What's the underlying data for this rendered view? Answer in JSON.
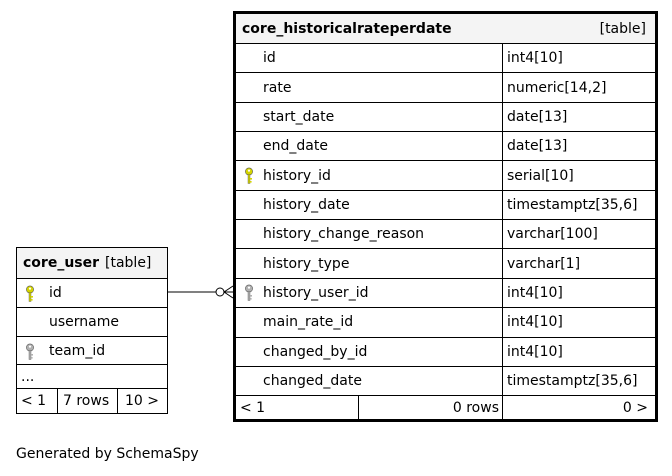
{
  "core_user": {
    "name": "core_user",
    "type_label": "[table]",
    "columns": [
      {
        "name": "id",
        "key": "primary"
      },
      {
        "name": "username",
        "key": ""
      },
      {
        "name": "team_id",
        "key": "foreign"
      }
    ],
    "ellipsis": "...",
    "footer": {
      "parents": "< 1",
      "rows": "7 rows",
      "children": "10 >"
    }
  },
  "core_historicalrateperdate": {
    "name": "core_historicalrateperdate",
    "type_label": "[table]",
    "columns": [
      {
        "name": "id",
        "type": "int4[10]",
        "key": ""
      },
      {
        "name": "rate",
        "type": "numeric[14,2]",
        "key": ""
      },
      {
        "name": "start_date",
        "type": "date[13]",
        "key": ""
      },
      {
        "name": "end_date",
        "type": "date[13]",
        "key": ""
      },
      {
        "name": "history_id",
        "type": "serial[10]",
        "key": "primary"
      },
      {
        "name": "history_date",
        "type": "timestamptz[35,6]",
        "key": ""
      },
      {
        "name": "history_change_reason",
        "type": "varchar[100]",
        "key": ""
      },
      {
        "name": "history_type",
        "type": "varchar[1]",
        "key": ""
      },
      {
        "name": "history_user_id",
        "type": "int4[10]",
        "key": "foreign"
      },
      {
        "name": "main_rate_id",
        "type": "int4[10]",
        "key": ""
      },
      {
        "name": "changed_by_id",
        "type": "int4[10]",
        "key": ""
      },
      {
        "name": "changed_date",
        "type": "timestamptz[35,6]",
        "key": ""
      }
    ],
    "footer": {
      "parents": "< 1",
      "rows": "0 rows",
      "children": "0 >"
    }
  },
  "generated_by": "Generated by SchemaSpy",
  "colors": {
    "primary_key": "#d4d400",
    "foreign_key": "#b0b0b0",
    "header_bg": "#f4f4f4"
  }
}
